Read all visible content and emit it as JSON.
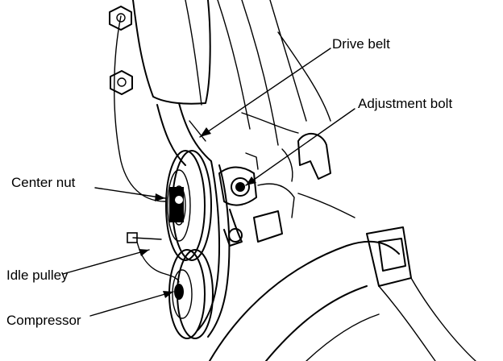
{
  "labels": {
    "drive_belt": "Drive belt",
    "adjustment_bolt": "Adjustment bolt",
    "center_nut": "Center nut",
    "idle_pulley": "Idle pulley",
    "compressor": "Compressor"
  }
}
